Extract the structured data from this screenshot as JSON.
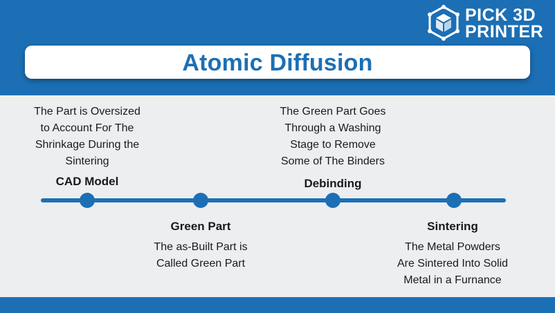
{
  "title": "Atomic Diffusion",
  "logo": {
    "line1": "PICK 3D",
    "line2": "PRINTER",
    "icon": "cube-icon"
  },
  "colors": {
    "primary_blue": "#1c6fb5",
    "background": "#eceef0",
    "text": "#1a1a1a",
    "title_box": "#ffffff"
  },
  "steps": [
    {
      "label": "CAD Model",
      "description": "The Part is Oversized\nto Account For The\nShrinkage During the\nSintering",
      "position": "above"
    },
    {
      "label": "Green Part",
      "description": "The as-Built Part is\nCalled Green Part",
      "position": "below"
    },
    {
      "label": "Debinding",
      "description": "The Green Part Goes\nThrough a Washing\nStage to Remove\nSome of The Binders",
      "position": "above"
    },
    {
      "label": "Sintering",
      "description": "The Metal Powders\nAre Sintered Into Solid\nMetal in a Furnance",
      "position": "below"
    }
  ]
}
